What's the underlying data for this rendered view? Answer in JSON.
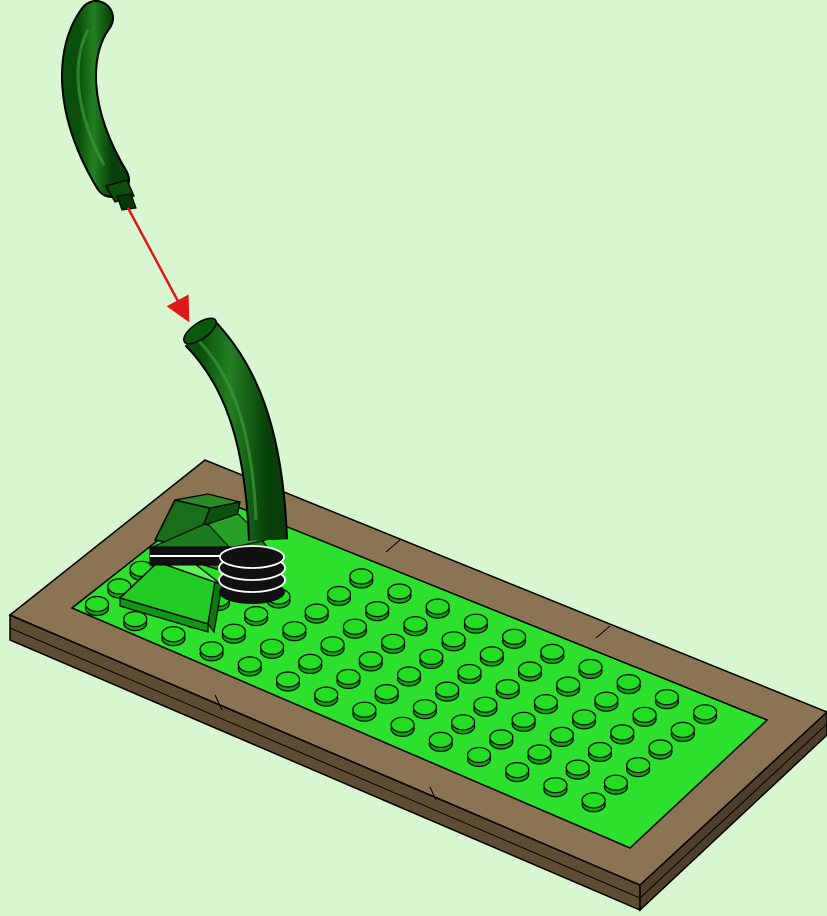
{
  "diagram": {
    "kind": "building-instruction-step",
    "parts": [
      {
        "name": "bent-tube-segment",
        "color": "dark-green",
        "role": "part-being-added"
      },
      {
        "name": "curved-stalk",
        "color": "dark-green",
        "role": "existing-part"
      },
      {
        "name": "baseplate-6x14",
        "color": "bright-green",
        "role": "base"
      },
      {
        "name": "tile-frame",
        "color": "dark-tan",
        "role": "border"
      },
      {
        "name": "slope-brick",
        "color": "bright-green",
        "role": "detail"
      },
      {
        "name": "hinge-plate",
        "color": "dark-green",
        "role": "detail"
      },
      {
        "name": "round-brick-stack",
        "color": "black-white",
        "role": "stalk-base"
      }
    ],
    "assembly_arrow": {
      "color": "#e01818",
      "direction": "down-right"
    },
    "stud_grid": {
      "rows": 6,
      "cols": 14
    }
  },
  "colors": {
    "background": "#d8f7d0",
    "stud_green": "#22dd22",
    "stud_green_dark": "#0fa50f",
    "plate_green": "#2ee02e",
    "frame_tan": "#8a7454",
    "frame_tan_dark": "#6d5a3f",
    "tube_dark": "#0a5a0a",
    "tube_mid": "#1b7a1b",
    "arrow": "#e01818"
  }
}
